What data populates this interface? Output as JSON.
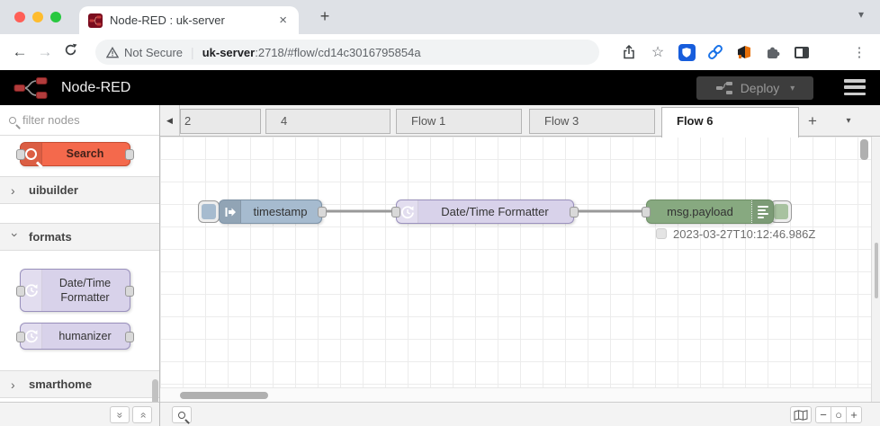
{
  "browser": {
    "tab_title": "Node-RED : uk-server",
    "close_tab_glyph": "×",
    "new_tab_glyph": "+",
    "tabstrip_menu_glyph": "▾",
    "back_glyph": "←",
    "forward_glyph": "→",
    "not_secure": "Not Secure",
    "url_separator": "|",
    "url_host": "uk-server",
    "url_path": ":2718/#flow/cd14c3016795854a",
    "star_glyph": "☆",
    "overflow_menu_glyph": "⋮"
  },
  "nr_header": {
    "brand": "Node-RED",
    "deploy": "Deploy",
    "deploy_caret": "▾"
  },
  "palette": {
    "filter_placeholder": "filter nodes",
    "search_node": "Search",
    "categories": [
      {
        "label": "uibuilder",
        "chevron": "›",
        "expanded": false
      },
      {
        "label": "formats",
        "chevron": "›",
        "expanded": true
      },
      {
        "label": "smarthome",
        "chevron": "›",
        "expanded": false
      }
    ],
    "formats_nodes": [
      {
        "label": "Date/Time Formatter"
      },
      {
        "label": "humanizer"
      }
    ],
    "collapse_glyph": "»",
    "expand_glyph": "»"
  },
  "workspace_tabs": {
    "scroll_left_glyph": "◀",
    "items": [
      "2",
      "4",
      "Flow 1",
      "Flow 3",
      "Flow 6"
    ],
    "active": "Flow 6",
    "add_glyph": "+",
    "menu_glyph": "▾"
  },
  "flow": {
    "inject_label": "timestamp",
    "formatter_label": "Date/Time Formatter",
    "debug_label": "msg.payload",
    "debug_status": "2023-03-27T10:12:46.986Z"
  },
  "footer": {
    "zoom_out_glyph": "−",
    "zoom_reset_glyph": "○",
    "zoom_in_glyph": "+"
  },
  "colors": {
    "inject_node": "#a6bbcf",
    "formatter_node": "#d8d2ea",
    "debug_node": "#87a980",
    "search_node": "#f4694c",
    "header_bg": "#000000",
    "wire": "#999999",
    "chrome_bg": "#dee1e6"
  }
}
